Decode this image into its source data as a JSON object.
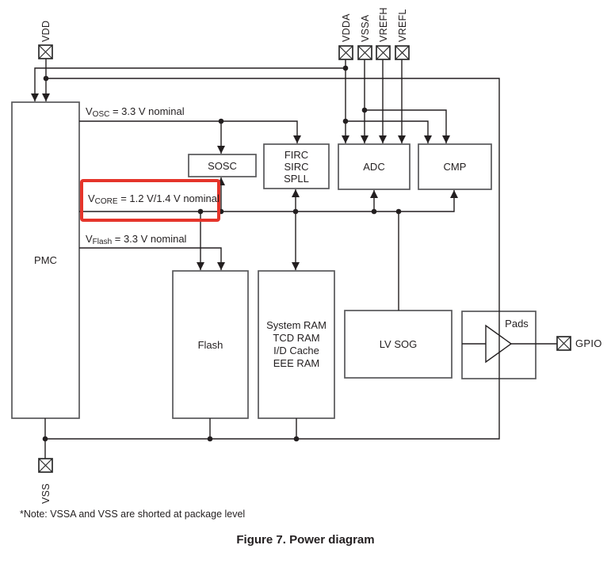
{
  "figure": {
    "caption": "Figure 7. Power diagram",
    "note": "*Note: VSSA and VSS are shorted at package level"
  },
  "pins": {
    "vdd": "VDD",
    "vdda": "VDDA",
    "vssa": "VSSA",
    "vrefh": "VREFH",
    "vrefl": "VREFL",
    "vss": "VSS",
    "gpio": "GPIO"
  },
  "blocks": {
    "pmc": "PMC",
    "sosc": "SOSC",
    "clocks": {
      "lines": [
        "FIRC",
        "SIRC",
        "SPLL"
      ]
    },
    "adc": "ADC",
    "cmp": "CMP",
    "flash": "Flash",
    "ram": {
      "lines": [
        "System RAM",
        "TCD RAM",
        "I/D Cache",
        "EEE RAM"
      ]
    },
    "lvsog": "LV SOG",
    "pads": "Pads"
  },
  "rails": {
    "vosc": {
      "prefix": "V",
      "sub": "OSC",
      "rest": " = 3.3 V nominal"
    },
    "vcore": {
      "prefix": "V",
      "sub": "CORE",
      "rest": " = 1.2 V/1.4 V nominal"
    },
    "vflash": {
      "prefix": "V",
      "sub": "Flash",
      "rest": " = 3.3 V nominal"
    }
  },
  "colors": {
    "highlight": "#e5342a",
    "line": "#231f20",
    "box_border": "#58585a"
  }
}
